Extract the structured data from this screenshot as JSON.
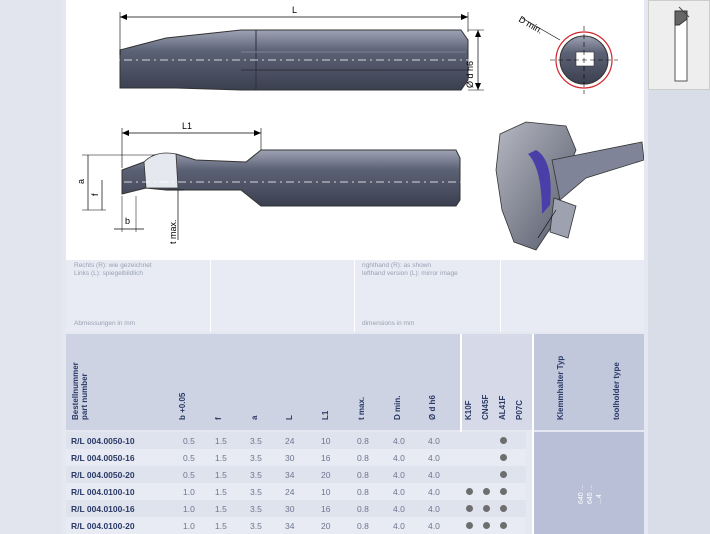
{
  "drawing": {
    "labels": {
      "L": "L",
      "L1": "L1",
      "d_h6": "Ø d h6",
      "D_min": "D min.",
      "a": "a",
      "f": "f",
      "b": "b",
      "t_max": "t max."
    }
  },
  "notes": {
    "left_de_line1": "Rechts (R): wie gezeichnet",
    "left_de_line2": "Links (L): spiegelbildlich",
    "left_de_dims": "Abmessungen in mm",
    "right_en_line1": "righthand (R): as shown",
    "right_en_line2": "lefthand version (L): mirror image",
    "right_en_dims": "dimensions in mm"
  },
  "table": {
    "headers": {
      "part_de": "Bestellnummer",
      "part_en": "part number",
      "b": "b +0.05",
      "f": "f",
      "a": "a",
      "L": "L",
      "L1": "L1",
      "t_max": "t max.",
      "D_min": "D min.",
      "d_h6": "Ø d h6",
      "g1": "K10F",
      "g2": "CN45F",
      "g3": "AL41F",
      "g4": "P07C",
      "holder_de": "Klemmhalter Typ",
      "holder_en": "toolholder type"
    },
    "rows": [
      {
        "pn": "R/L 004.0050-10",
        "b": "0.5",
        "f": "1.5",
        "a": "3.5",
        "L": "24",
        "L1": "10",
        "t": "0.8",
        "D": "4.0",
        "d": "4.0",
        "grades": [
          false,
          false,
          true,
          false
        ]
      },
      {
        "pn": "R/L 004.0050-16",
        "b": "0.5",
        "f": "1.5",
        "a": "3.5",
        "L": "30",
        "L1": "16",
        "t": "0.8",
        "D": "4.0",
        "d": "4.0",
        "grades": [
          false,
          false,
          true,
          false
        ]
      },
      {
        "pn": "R/L 004.0050-20",
        "b": "0.5",
        "f": "1.5",
        "a": "3.5",
        "L": "34",
        "L1": "20",
        "t": "0.8",
        "D": "4.0",
        "d": "4.0",
        "grades": [
          false,
          false,
          true,
          false
        ]
      },
      {
        "pn": "R/L 004.0100-10",
        "b": "1.0",
        "f": "1.5",
        "a": "3.5",
        "L": "24",
        "L1": "10",
        "t": "0.8",
        "D": "4.0",
        "d": "4.0",
        "grades": [
          true,
          true,
          true,
          false
        ]
      },
      {
        "pn": "R/L 004.0100-16",
        "b": "1.0",
        "f": "1.5",
        "a": "3.5",
        "L": "30",
        "L1": "16",
        "t": "0.8",
        "D": "4.0",
        "d": "4.0",
        "grades": [
          true,
          true,
          true,
          false
        ]
      },
      {
        "pn": "R/L 004.0100-20",
        "b": "1.0",
        "f": "1.5",
        "a": "3.5",
        "L": "34",
        "L1": "20",
        "t": "0.8",
        "D": "4.0",
        "d": "4.0",
        "grades": [
          true,
          true,
          true,
          false
        ]
      }
    ],
    "holder_types": [
      "640 ...",
      "645 ...",
      "...4"
    ]
  }
}
